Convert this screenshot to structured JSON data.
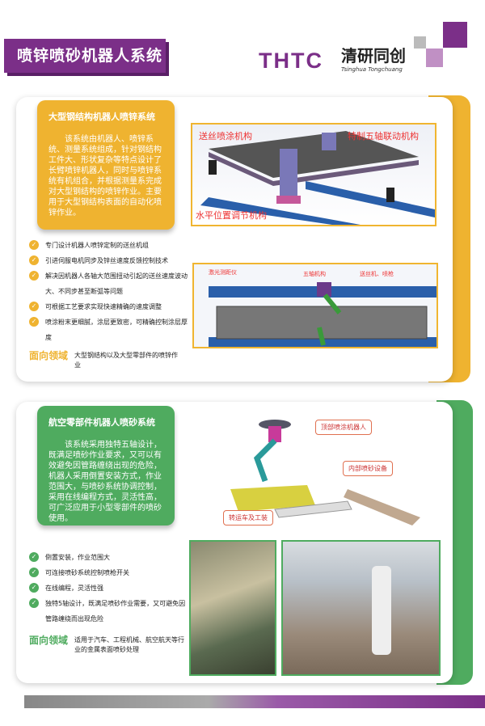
{
  "header": {
    "title": "喷锌喷砂机器人系统",
    "logo_text": "THTC",
    "logo_cn": "清研同创",
    "logo_en": "Tsinghua Tongchuang"
  },
  "colors": {
    "purple": "#7b2f88",
    "yellow": "#efb330",
    "green": "#4fab5f"
  },
  "section1": {
    "title": "大型钢结构机器人喷锌系统",
    "description": "该系统由机器人、喷锌系统、测量系统组成，针对钢结构工件大、形状复杂等特点设计了长臂喷锌机器人，同时与喷锌系统有机组合，并根据测量系完成对大型钢结构的喷锌作业。主要用于大型钢结构表面的自动化喷锌作业。",
    "features": [
      "专门设计机器人喷锌定制的送丝机组",
      "引进伺服电机同步及锌丝速度反馈控制技术",
      "解决因机器人各轴大范围扭动引起的送丝速度波动大、不同步甚至断弧等问题",
      "可根据工艺要求实现快速精确的速度调整",
      "喷涂粉末更细腻，涂层更致密，可精确控制涂层厚度"
    ],
    "field_label": "面向领域",
    "field_text": "大型钢结构以及大型零部件的喷锌作业",
    "diagram1_labels": [
      "送丝喷涂机构",
      "特制五轴联动机构",
      "水平位置调节机构"
    ],
    "diagram2_labels": [
      "激光测距仪",
      "五轴机构",
      "送丝机、喷枪"
    ]
  },
  "section2": {
    "title": "航空零部件机器人喷砂系统",
    "description": "该系统采用独特五轴设计，既满足喷砂作业要求，又可以有效避免因管路缠绕出现的危险，机器人采用倒置安装方式，作业范围大，与喷砂系统协调控制，采用在线编程方式，灵活性高，可广泛应用于小型零部件的喷砂使用。",
    "features": [
      "倒置安装，作业范围大",
      "可连接喷砂系统控制喷枪开关",
      "在线编程，灵活性强",
      "独特5轴设计，既满足喷砂作业需要，又可避免因管路缠绕而出现危险"
    ],
    "field_label": "面向领域",
    "field_text": "适用于汽车、工程机械、航空航天等行业的金属表面喷砂处理",
    "diagram_labels": [
      "顶部喷涂机器人",
      "内部喷砂设备",
      "转运车及工装"
    ]
  }
}
